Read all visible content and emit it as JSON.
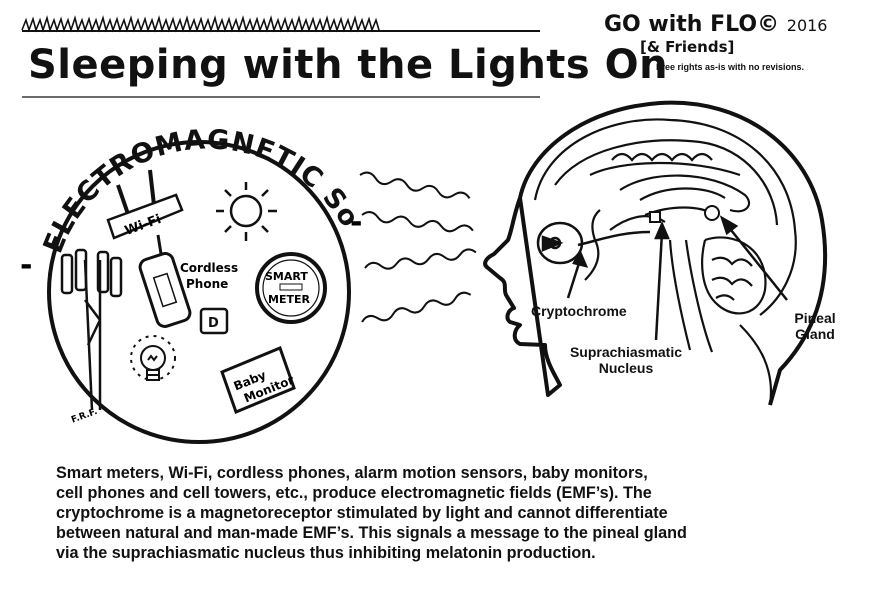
{
  "header": {
    "title": "Sleeping with the Lights On",
    "brand": "GO with FLO",
    "brand_copyright": "©",
    "brand_year": "2016",
    "brand_sub": "[& Friends]",
    "rights": "Free rights as-is with no revisions."
  },
  "sources": {
    "heading": "ELECTROMAGNETIC Sources",
    "dash_left": "-",
    "dash_right": "-",
    "wifi": "Wi-Fi",
    "cordless_1": "Cordless",
    "cordless_2": "Phone",
    "smart_1": "SMART",
    "smart_2": "METER",
    "baby_1": "Baby",
    "baby_2": "Monitor",
    "initials": "F.R.F."
  },
  "brain": {
    "cryptochrome": "Cryptochrome",
    "scn_1": "Suprachiasmatic",
    "scn_2": "Nucleus",
    "pineal_1": "Pineal",
    "pineal_2": "Gland"
  },
  "caption": [
    "Smart meters, Wi-Fi, cordless phones, alarm motion sensors, baby monitors,",
    "cell phones and cell towers, etc., produce electromagnetic fields (EMF’s). The",
    "cryptochrome is a magnetoreceptor stimulated by light and cannot differentiate",
    "between natural and man-made EMF’s. This signals a message to the pineal gland",
    "via the suprachiasmatic nucleus thus inhibiting melatonin production."
  ]
}
